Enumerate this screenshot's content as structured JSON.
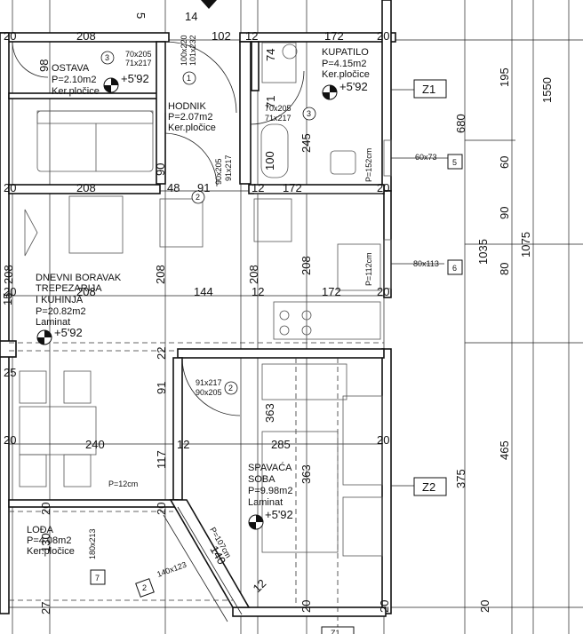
{
  "rooms": {
    "ostava": {
      "name": "OSTAVA",
      "area": "P=2.10m2",
      "finish": "Ker.pločice",
      "level": "+5'92"
    },
    "hodnik": {
      "name": "HODNIK",
      "area": "P=2.07m2",
      "finish": "Ker.pločice"
    },
    "kupatilo": {
      "name": "KUPATILO",
      "area": "P=4.15m2",
      "finish": "Ker.pločice",
      "level": "+5'92"
    },
    "dnevni": {
      "name1": "DNEVNI BORAVAK",
      "name2": "TREPEZARIJA",
      "name3": "I KUHINJA",
      "area": "P=20.82m2",
      "finish": "Laminat",
      "level": "+5'92"
    },
    "spavaca": {
      "name1": "SPAVAĆA",
      "name2": "SOBA",
      "area": "P=9.98m2",
      "finish": "Laminat",
      "level": "+5'92"
    },
    "lodja": {
      "name": "LOĐA",
      "area": "P=4.08m2",
      "finish": "Ker.pločice"
    }
  },
  "doors": {
    "d3a": {
      "num": "3",
      "size1": "70x205",
      "size2": "71x217"
    },
    "d1": {
      "num": "1",
      "size1": "100x220",
      "size2": "101x232"
    },
    "d3b": {
      "num": "3",
      "size1": "70x205",
      "size2": "71x217"
    },
    "d2a": {
      "num": "2",
      "size1": "90x205",
      "size2": "91x217"
    },
    "d2b": {
      "num": "2",
      "size1": "91x217",
      "size2": "90x205"
    },
    "d2c": {
      "num": "2",
      "size": "140x123"
    }
  },
  "windows": {
    "w5": {
      "num": "5",
      "size": "60x73"
    },
    "w6": {
      "num": "6",
      "size": "80x113"
    },
    "w7": {
      "num": "7",
      "size": "180x213"
    }
  },
  "sections": {
    "z1": "Z1",
    "z2": "Z2",
    "z1b": "Z1"
  },
  "parapets": {
    "p1": "P=152cm",
    "p2": "P=112cm",
    "p3": "P=12cm",
    "p4": "P=107cm"
  },
  "dims": {
    "top": [
      "20",
      "208",
      "14",
      "102",
      "12",
      "172",
      "20"
    ],
    "top_small": [
      "5"
    ],
    "right_col1": [
      "195",
      "60",
      "90",
      "80",
      "465",
      "20"
    ],
    "right_col2": [
      "680",
      "1035",
      "375"
    ],
    "right_col3": [
      "1550",
      "1075"
    ],
    "inner": {
      "d98": "98",
      "d90": "90",
      "d100": "100",
      "d245": "245",
      "d74": "74",
      "d71": "71",
      "row2_a": "20",
      "row2_b": "208",
      "row2_c": "48",
      "row2_d": "91",
      "row2_e": "12",
      "row2_f": "172",
      "row2_g": "20",
      "row3_a": "20",
      "row3_b": "208",
      "row3_c": "144",
      "row3_d": "12",
      "row3_e": "172",
      "row3_f": "20",
      "v208a": "208",
      "v208b": "208",
      "v208c": "208",
      "v208d": "208",
      "d15": "15",
      "d25": "25",
      "d22": "22",
      "d91": "91",
      "d117": "117",
      "row4_a": "20",
      "row4_b": "240",
      "row4_c": "12",
      "row4_d": "285",
      "row4_e": "20",
      "v363a": "363",
      "v363b": "363",
      "d130": "130",
      "d140": "140",
      "b20a": "20",
      "b27": "27",
      "b20b": "20",
      "b20c": "20",
      "b20d": "20",
      "b12": "12"
    }
  }
}
